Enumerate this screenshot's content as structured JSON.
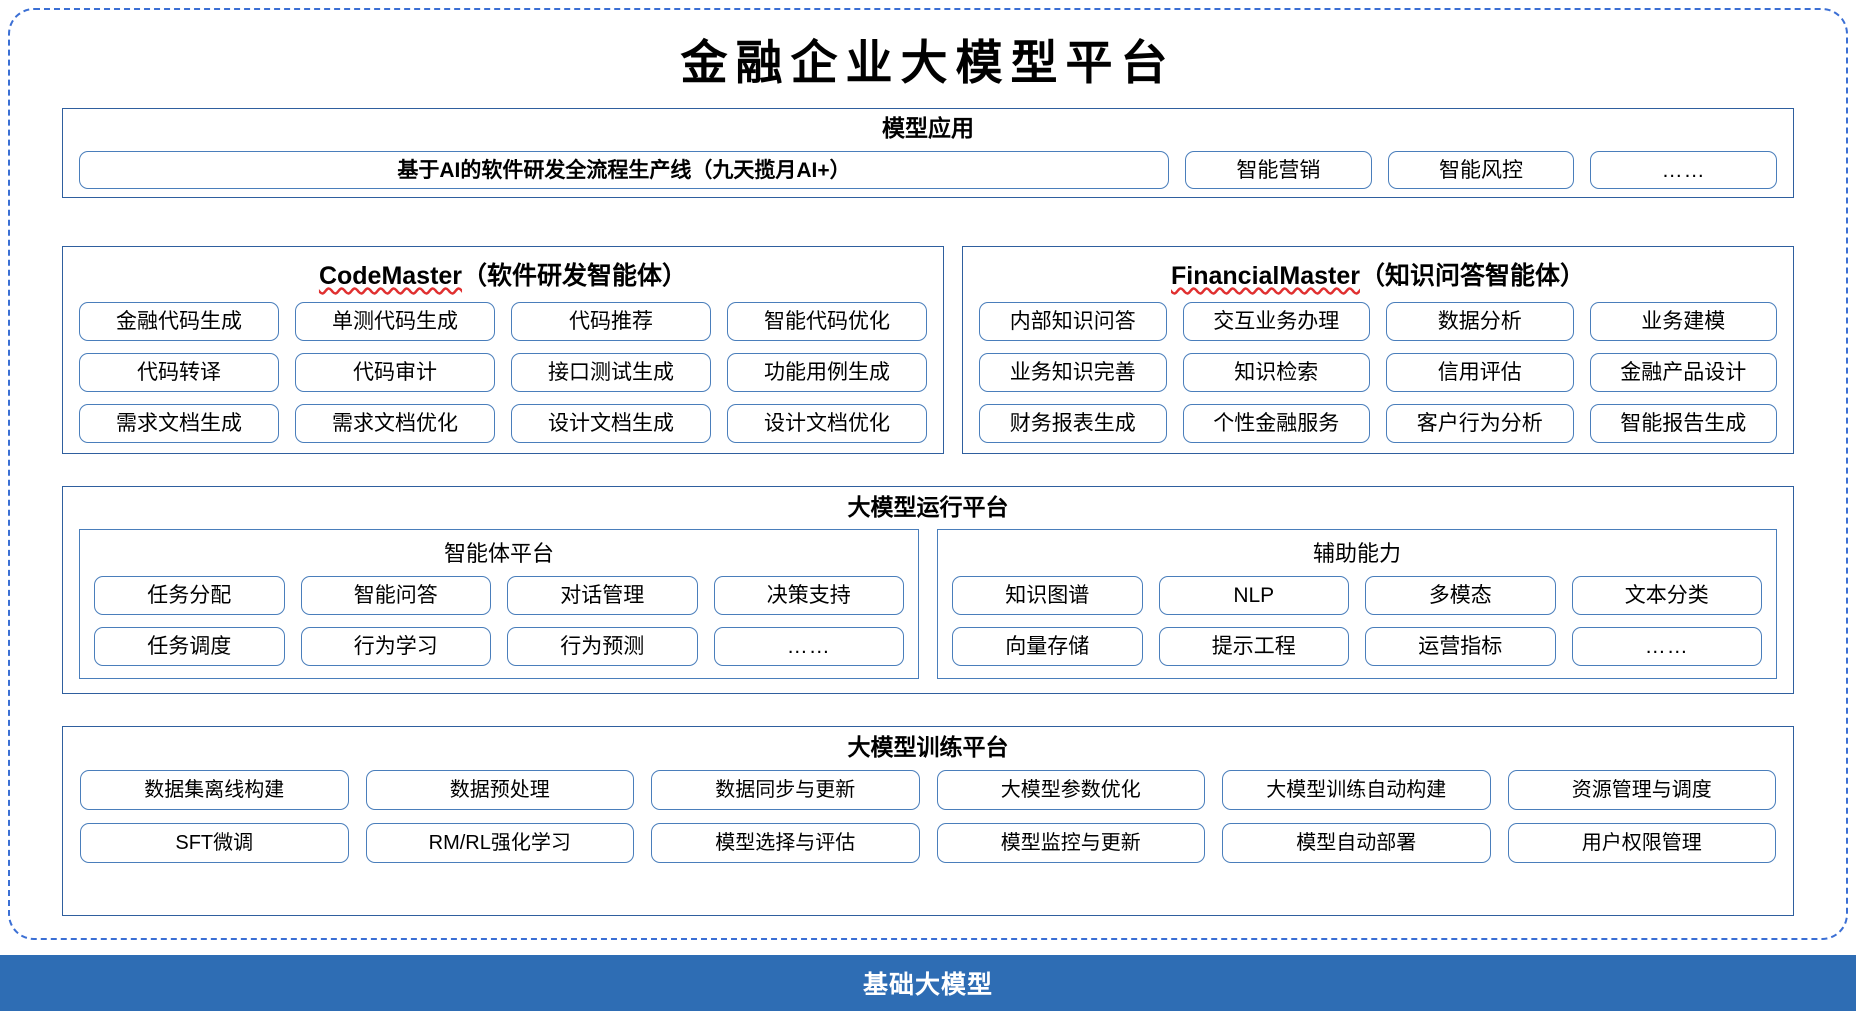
{
  "title": "金融企业大模型平台",
  "colors": {
    "outer_frame": "#3b6fd4",
    "panel_border": "#2f5f9e",
    "chip_border": "#4a7ebb",
    "base_bar": "#2e6db4",
    "spellcheck_underline": "#e03030",
    "text": "#000000"
  },
  "model_application": {
    "title": "模型应用",
    "primary": "基于AI的软件研发全流程生产线（九天揽月AI+）",
    "items": [
      "智能营销",
      "智能风控",
      "……"
    ]
  },
  "agents": [
    {
      "name_en": "CodeMaster",
      "name_cn": "（软件研发智能体）",
      "items": [
        "金融代码生成",
        "单测代码生成",
        "代码推荐",
        "智能代码优化",
        "代码转译",
        "代码审计",
        "接口测试生成",
        "功能用例生成",
        "需求文档生成",
        "需求文档优化",
        "设计文档生成",
        "设计文档优化"
      ]
    },
    {
      "name_en": "FinancialMaster",
      "name_cn": "（知识问答智能体）",
      "items": [
        "内部知识问答",
        "交互业务办理",
        "数据分析",
        "业务建模",
        "业务知识完善",
        "知识检索",
        "信用评估",
        "金融产品设计",
        "财务报表生成",
        "个性金融服务",
        "客户行为分析",
        "智能报告生成"
      ]
    }
  ],
  "runtime_platform": {
    "title": "大模型运行平台",
    "subpanels": [
      {
        "title": "智能体平台",
        "items": [
          "任务分配",
          "智能问答",
          "对话管理",
          "决策支持",
          "任务调度",
          "行为学习",
          "行为预测",
          "……"
        ]
      },
      {
        "title": "辅助能力",
        "items": [
          "知识图谱",
          "NLP",
          "多模态",
          "文本分类",
          "向量存储",
          "提示工程",
          "运营指标",
          "……"
        ]
      }
    ]
  },
  "training_platform": {
    "title": "大模型训练平台",
    "items": [
      "数据集离线构建",
      "数据预处理",
      "数据同步与更新",
      "大模型参数优化",
      "大模型训练自动构建",
      "资源管理与调度",
      "SFT微调",
      "RM/RL强化学习",
      "模型选择与评估",
      "模型监控与更新",
      "模型自动部署",
      "用户权限管理"
    ]
  },
  "base_model": {
    "label": "基础大模型"
  }
}
